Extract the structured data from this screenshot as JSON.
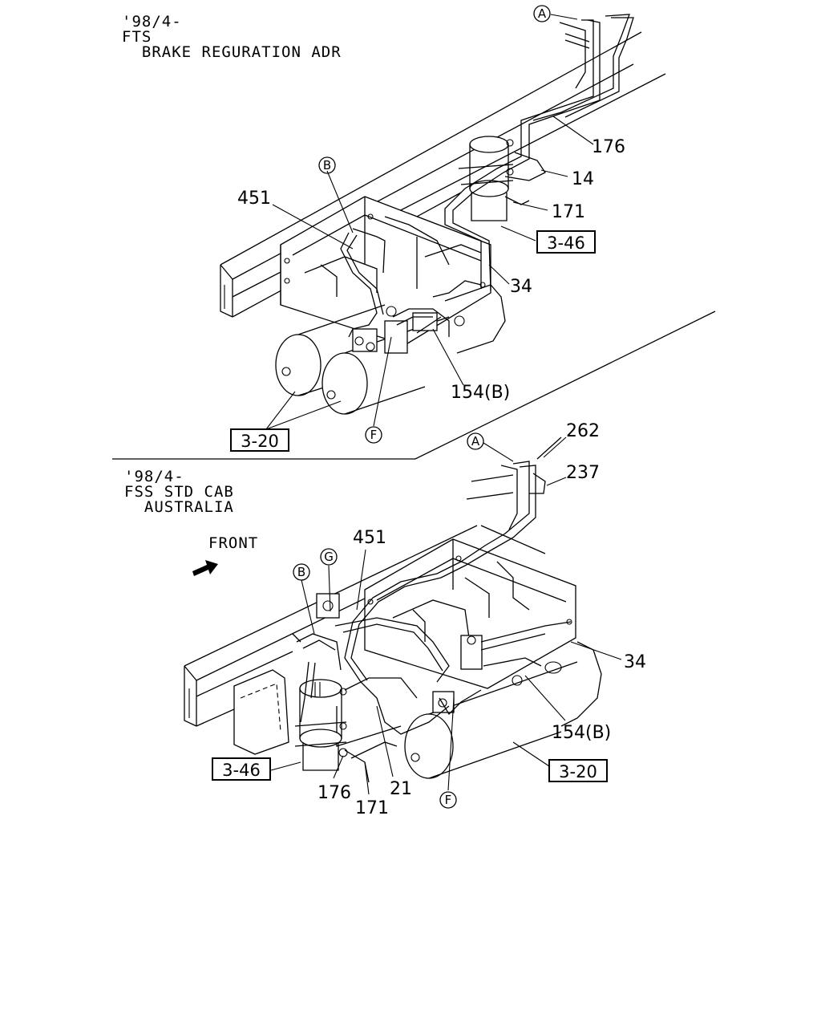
{
  "sections": [
    {
      "header_line1": "'98/4-",
      "header_line2": "FTS",
      "header_line3": "  BRAKE REGURATION ADR"
    },
    {
      "header_line1": "'98/4-",
      "header_line2": "FSS STD CAB",
      "header_line3": "  AUSTRALIA"
    }
  ],
  "front_label": "FRONT",
  "top_diagram": {
    "callouts": {
      "c176": "176",
      "c14": "14",
      "c171": "171",
      "c451": "451",
      "c34": "34",
      "c154b": "154(B)"
    },
    "refs": {
      "r346": "3-46",
      "r320": "3-20"
    },
    "circles": {
      "A": "A",
      "B": "B",
      "F": "F"
    }
  },
  "bottom_diagram": {
    "callouts": {
      "c262": "262",
      "c237": "237",
      "c451": "451",
      "c34": "34",
      "c154b": "154(B)",
      "c176": "176",
      "c171": "171",
      "c21": "21"
    },
    "refs": {
      "r346": "3-46",
      "r320": "3-20"
    },
    "circles": {
      "A": "A",
      "B": "B",
      "G": "G",
      "F": "F"
    }
  }
}
